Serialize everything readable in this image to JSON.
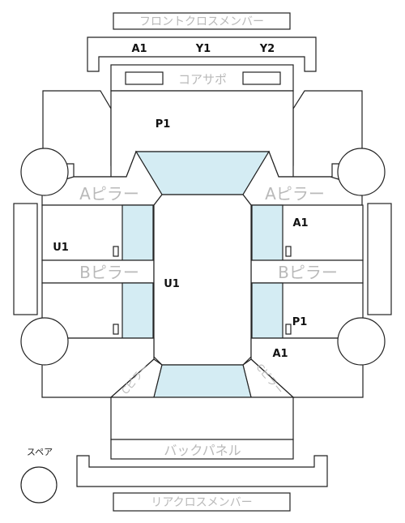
{
  "parts": {
    "front_cross_member": "フロントクロスメンバー",
    "core_support": "コアサポ",
    "a_pillar_left": "Aピラー",
    "a_pillar_right": "Aピラー",
    "b_pillar_left": "Bピラー",
    "b_pillar_right": "Bピラー",
    "back_panel": "バックパネル",
    "rear_cross_member": "リアクロスメンバー",
    "spare": "スペア",
    "c_pillar_left": "Cピラー",
    "c_pillar_right": "Cピラー"
  },
  "codes": {
    "front_a1": "A1",
    "front_y1": "Y1",
    "front_y2": "Y2",
    "hood_p1": "P1",
    "left_u1": "U1",
    "roof_u1": "U1",
    "right_front_door_a1": "A1",
    "right_rear_door_p1": "P1",
    "right_quarter_a1": "A1"
  },
  "colors": {
    "glass": "#d4ecf3",
    "outline": "#222222",
    "part_text": "#b9b9b9"
  }
}
